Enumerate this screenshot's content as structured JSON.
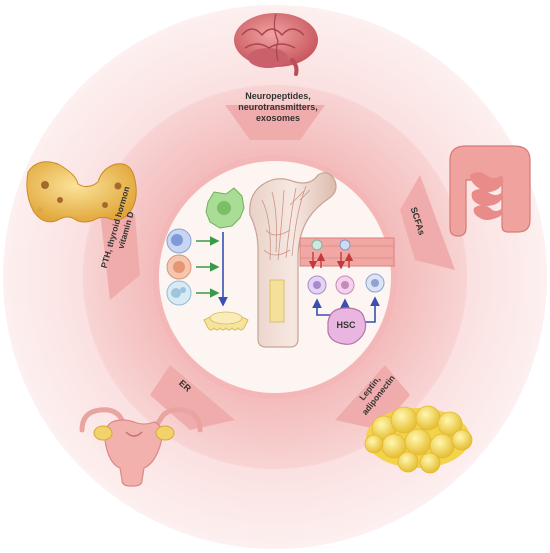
{
  "labels": {
    "brain_signal_line1": "Neuropeptides,",
    "brain_signal_line2": "neurotransmitters,",
    "brain_signal_line3": "exosomes",
    "thyroid_signal_line1": "PTH, thyroid hormon",
    "thyroid_signal_line2": "vitamin D",
    "gut_signal": "SCFAs",
    "reproductive_signal": "ER",
    "adipose_signal_line1": "Leptin,",
    "adipose_signal_line2": "adiponectin",
    "stem_cell": "HSC"
  },
  "icons": {
    "brain": "brain-icon",
    "thyroid": "thyroid-icon",
    "intestine": "intestine-icon",
    "uterus": "uterus-icon",
    "adipose": "adipose-tissue-icon",
    "bone": "femur-bone-icon"
  },
  "colors": {
    "outer_ring": "#fbe3e3",
    "middle_ring": "#f7c7c7",
    "inner_ring": "#f4b4b4",
    "center": "#fdf3f1",
    "arrow_green": "#3a9a4a",
    "arrow_blue": "#3a4fb0",
    "arrow_red": "#c23b3b",
    "hsc": "#d48fc7"
  }
}
